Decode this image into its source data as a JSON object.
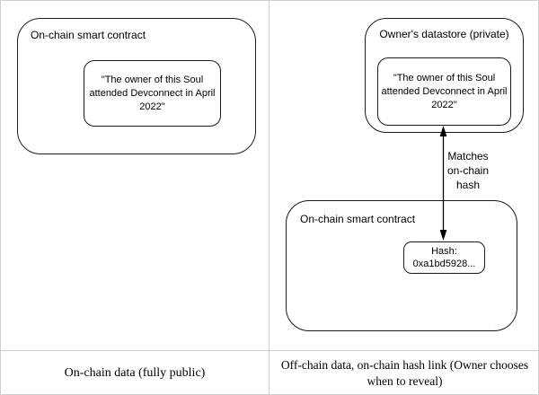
{
  "colors": {
    "background": "#ffffff",
    "grid_border": "#cfcfcf",
    "box_border": "#1a1a1a",
    "text": "#000000",
    "arrow": "#000000"
  },
  "left_panel": {
    "contract_label": "On-chain smart contract",
    "claim_text": "\"The owner of this Soul\nattended Devconnect in April\n2022\"",
    "caption": "On-chain data (fully public)"
  },
  "right_panel": {
    "datastore_label": "Owner's datastore (private)",
    "claim_text": "\"The owner of this Soul\nattended Devconnect in April\n2022\"",
    "arrow_label": "Matches\non-chain\nhash",
    "contract_label": "On-chain smart contract",
    "hash_text": "Hash:\n0xa1bd5928...",
    "caption": "Off-chain data, on-chain hash link (Owner chooses\nwhen to reveal)"
  }
}
